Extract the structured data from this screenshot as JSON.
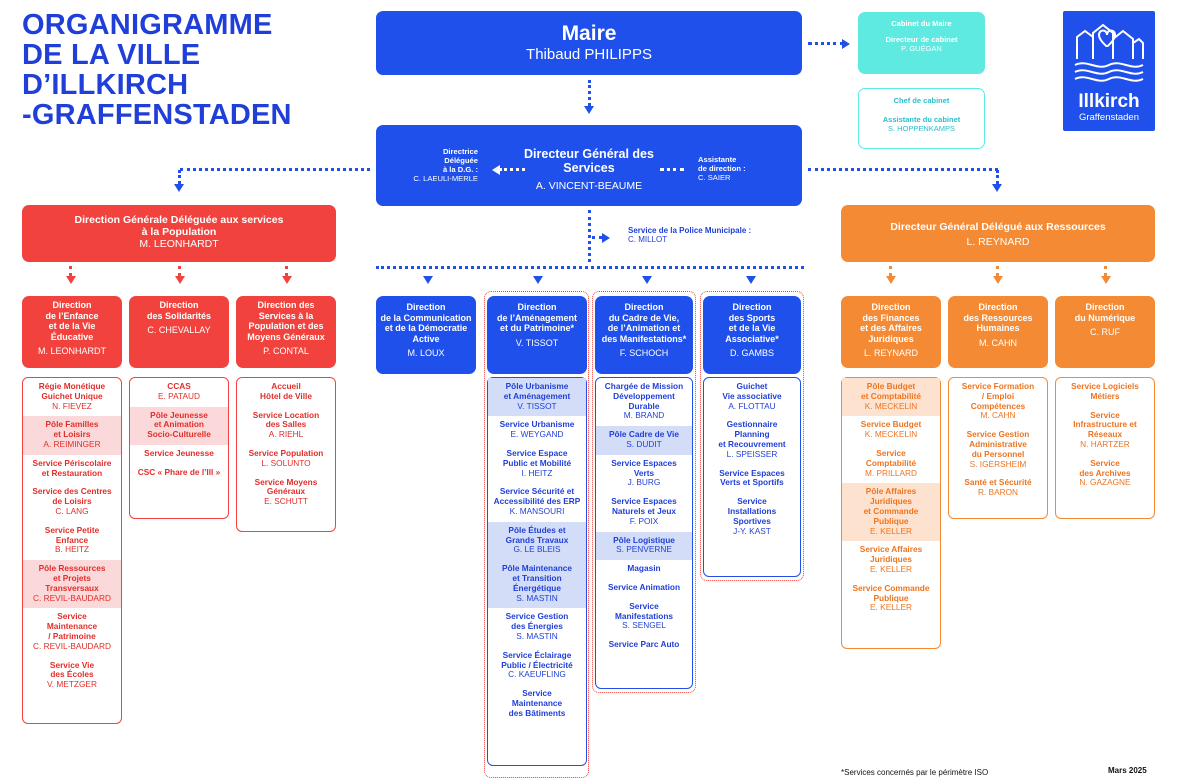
{
  "title": [
    "ORGANIGRAMME",
    "DE LA VILLE",
    "D’ILLKIRCH",
    "-GRAFFENSTADEN"
  ],
  "maire": {
    "title": "Maire",
    "name": "Thibaud PHILIPPS"
  },
  "cabinet": {
    "title": "Cabinet du Maire",
    "role": "Directeur de cabinet",
    "name": "P. GUÉGAN"
  },
  "chef_cabinet": {
    "title": "Chef de cabinet",
    "role": "Assistante du cabinet",
    "name": "S. HOPPENKAMPS"
  },
  "logo": {
    "name": "Illkirch",
    "sub": "Graffenstaden"
  },
  "dgs": {
    "title": "Directeur Général des Services",
    "name": "A. VINCENT-BEAUME"
  },
  "dgs_left": {
    "lines": [
      "Directrice",
      "Déléguée",
      "à la D.G. :"
    ],
    "name": "C. LAEULI-MERLE"
  },
  "dgs_right": {
    "lines": [
      "Assistante",
      "de direction :"
    ],
    "name": "C. SAIER"
  },
  "police": {
    "label": "Service de la Police Municipale :",
    "name": "C. MILLOT"
  },
  "dgd_pop": {
    "title": "Direction Générale Déléguée aux services à la Population",
    "name": "M. LEONHARDT"
  },
  "dgd_res": {
    "title": "Directeur Général Délégué aux Ressources",
    "name": "L. REYNARD"
  },
  "directions": [
    {
      "lines": [
        "Direction",
        "de l’Enfance",
        "et de la Vie",
        "Éducative"
      ],
      "name": "M. LEONHARDT"
    },
    {
      "lines": [
        "Direction",
        "des Solidarités"
      ],
      "name": "C. CHEVALLAY"
    },
    {
      "lines": [
        "Direction des",
        "Services à la",
        "Population et des",
        "Moyens Généraux"
      ],
      "name": "P. CONTAL"
    },
    {
      "lines": [
        "Direction",
        "de la Communication",
        "et de la Démocratie",
        "Active"
      ],
      "name": "M. LOUX"
    },
    {
      "lines": [
        "Direction",
        "de l’Aménagement",
        "et du Patrimoine*"
      ],
      "name": "V. TISSOT"
    },
    {
      "lines": [
        "Direction",
        "du Cadre de Vie,",
        "de l’Animation et",
        "des Manifestations*"
      ],
      "name": "F. SCHOCH"
    },
    {
      "lines": [
        "Direction",
        "des Sports",
        "et de la Vie",
        "Associative*"
      ],
      "name": "D. GAMBS"
    },
    {
      "lines": [
        "Direction",
        "des Finances",
        "et des Affaires",
        "Juridiques"
      ],
      "name": "L. REYNARD"
    },
    {
      "lines": [
        "Direction",
        "des Ressources",
        "Humaines"
      ],
      "name": "M. CAHN"
    },
    {
      "lines": [
        "Direction",
        "du Numérique"
      ],
      "name": "C. RUF"
    }
  ],
  "services": {
    "enfance": [
      {
        "lines": [
          "Régie Monétique",
          "Guichet Unique"
        ],
        "name": "N. FIEVEZ",
        "hl": false
      },
      {
        "lines": [
          "Pôle Familles",
          "et Loisirs"
        ],
        "name": "A. REIMINGER",
        "hl": true
      },
      {
        "lines": [
          "Service Périscolaire",
          "et Restauration"
        ],
        "name": "",
        "hl": false
      },
      {
        "lines": [
          "Service des Centres",
          "de Loisirs"
        ],
        "name": "C. LANG",
        "hl": false
      },
      {
        "lines": [
          "Service Petite",
          "Enfance"
        ],
        "name": "B. HEITZ",
        "hl": false
      },
      {
        "lines": [
          "Pôle Ressources",
          "et Projets",
          "Transversaux"
        ],
        "name": "C. REVIL-BAUDARD",
        "hl": true
      },
      {
        "lines": [
          "Service",
          "Maintenance",
          "/ Patrimoine"
        ],
        "name": "C. REVIL-BAUDARD",
        "hl": false
      },
      {
        "lines": [
          "Service Vie",
          "des Écoles"
        ],
        "name": "V. METZGER",
        "hl": false
      }
    ],
    "solidarites": [
      {
        "lines": [
          "CCAS"
        ],
        "name": "E. PATAUD",
        "hl": false
      },
      {
        "lines": [
          "Pôle Jeunesse",
          "et Animation",
          "Socio-Culturelle"
        ],
        "name": "",
        "hl": true
      },
      {
        "lines": [
          "Service Jeunesse"
        ],
        "name": "",
        "hl": false
      },
      {
        "lines": [
          "CSC « Phare de l’Ill »"
        ],
        "name": "",
        "hl": false
      }
    ],
    "population": [
      {
        "lines": [
          "Accueil",
          "Hôtel de Ville"
        ],
        "name": "",
        "hl": false
      },
      {
        "lines": [
          "Service Location",
          "des Salles"
        ],
        "name": "A. RIEHL",
        "hl": false
      },
      {
        "lines": [
          "Service Population"
        ],
        "name": "L. SOLUNTO",
        "hl": false
      },
      {
        "lines": [
          "Service Moyens",
          "Généraux"
        ],
        "name": "E. SCHUTT",
        "hl": false
      }
    ],
    "amenagement": [
      {
        "lines": [
          "Pôle Urbanisme",
          "et Aménagement"
        ],
        "name": "V. TISSOT",
        "hl": true
      },
      {
        "lines": [
          "Service Urbanisme"
        ],
        "name": "E. WEYGAND",
        "hl": false
      },
      {
        "lines": [
          "Service Espace",
          "Public et Mobilité"
        ],
        "name": "I. HEITZ",
        "hl": false
      },
      {
        "lines": [
          "Service Sécurité et",
          "Accessibilité des ERP"
        ],
        "name": "K. MANSOURI",
        "hl": false
      },
      {
        "lines": [
          "Pôle Études et",
          "Grands Travaux"
        ],
        "name": "G. LE BLEIS",
        "hl": true
      },
      {
        "lines": [
          "Pôle Maintenance",
          "et Transition",
          "Énergétique"
        ],
        "name": "S. MASTIN",
        "hl": true
      },
      {
        "lines": [
          "Service Gestion",
          "des Énergies"
        ],
        "name": "S. MASTIN",
        "hl": false
      },
      {
        "lines": [
          "Service Éclairage",
          "Public / Électricité"
        ],
        "name": "C. KAEUFLING",
        "hl": false
      },
      {
        "lines": [
          "Service",
          "Maintenance",
          "des Bâtiments"
        ],
        "name": "",
        "hl": false
      }
    ],
    "cadre": [
      {
        "lines": [
          "Chargée de Mission",
          "Développement",
          "Durable"
        ],
        "name": "M. BRAND",
        "hl": false
      },
      {
        "lines": [
          "Pôle Cadre de Vie"
        ],
        "name": "S. DUDIT",
        "hl": true
      },
      {
        "lines": [
          "Service Espaces",
          "Verts"
        ],
        "name": "J. BURG",
        "hl": false
      },
      {
        "lines": [
          "Service Espaces",
          "Naturels et Jeux"
        ],
        "name": "F. POIX",
        "hl": false
      },
      {
        "lines": [
          "Pôle Logistique"
        ],
        "name": "S. PENVERNE",
        "hl": true
      },
      {
        "lines": [
          "Magasin"
        ],
        "name": "",
        "hl": false
      },
      {
        "lines": [
          "Service Animation"
        ],
        "name": "",
        "hl": false
      },
      {
        "lines": [
          "Service",
          "Manifestations"
        ],
        "name": "S. SENGEL",
        "hl": false
      },
      {
        "lines": [
          "Service Parc Auto"
        ],
        "name": "",
        "hl": false
      }
    ],
    "sports": [
      {
        "lines": [
          "Guichet",
          "Vie associative"
        ],
        "name": "A. FLOTTAU",
        "hl": false
      },
      {
        "lines": [
          "Gestionnaire",
          "Planning",
          "et Recouvrement"
        ],
        "name": "L. SPEISSER",
        "hl": false
      },
      {
        "lines": [
          "Service Espaces",
          "Verts et Sportifs"
        ],
        "name": "",
        "hl": false
      },
      {
        "lines": [
          "Service",
          "Installations",
          "Sportives"
        ],
        "name": "J-Y. KAST",
        "hl": false
      }
    ],
    "finances": [
      {
        "lines": [
          "Pôle Budget",
          "et Comptabilité"
        ],
        "name": "K. MECKELIN",
        "hl": true
      },
      {
        "lines": [
          "Service Budget"
        ],
        "name": "K. MECKELIN",
        "hl": false
      },
      {
        "lines": [
          "Service",
          "Comptabilité"
        ],
        "name": "M. PRILLARD",
        "hl": false
      },
      {
        "lines": [
          "Pôle Affaires",
          "Juridiques",
          "et Commande",
          "Publique"
        ],
        "name": "E. KELLER",
        "hl": true
      },
      {
        "lines": [
          "Service Affaires",
          "Juridiques"
        ],
        "name": "E. KELLER",
        "hl": false
      },
      {
        "lines": [
          "Service Commande",
          "Publique"
        ],
        "name": "E. KELLER",
        "hl": false
      }
    ],
    "rh": [
      {
        "lines": [
          "Service Formation",
          "/ Emploi",
          "Compétences"
        ],
        "name": "M. CAHN",
        "hl": false
      },
      {
        "lines": [
          "Service Gestion",
          "Administrative",
          "du Personnel"
        ],
        "name": "S. IGERSHEIM",
        "hl": false
      },
      {
        "lines": [
          "Santé et Sécurité"
        ],
        "name": "R. BARON",
        "hl": false
      }
    ],
    "numerique": [
      {
        "lines": [
          "Service Logiciels",
          "Métiers"
        ],
        "name": "",
        "hl": false
      },
      {
        "lines": [
          "Service",
          "Infrastructure et",
          "Réseaux"
        ],
        "name": "N. HARTZER",
        "hl": false
      },
      {
        "lines": [
          "Service",
          "des Archives"
        ],
        "name": "N. GAZAGNE",
        "hl": false
      }
    ]
  },
  "footnote": "*Services concernés par le périmètre ISO",
  "date": "Mars 2025",
  "colors": {
    "blue": "#1f50ec",
    "red": "#f2423d",
    "orange": "#f58a34",
    "cyan": "#5eeae0"
  }
}
